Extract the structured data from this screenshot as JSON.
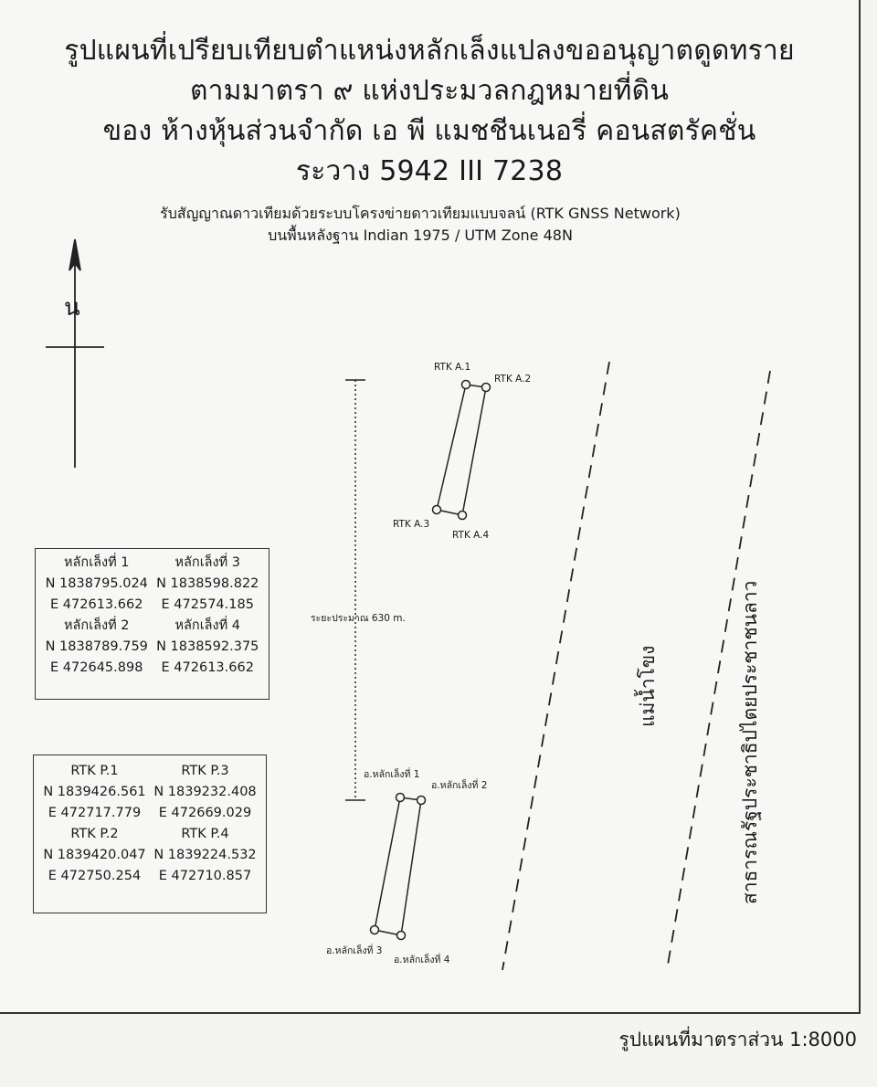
{
  "title": {
    "line1": "รูปแผนที่เปรียบเทียบตำแหน่งหลักเล็งแปลงขออนุญาตดูดทราย",
    "line2": "ตามมาตรา ๙ แห่งประมวลกฎหมายที่ดิน",
    "line3": "ของ ห้างหุ้นส่วนจำกัด เอ พี แมชชีนเนอรี่ คอนสตรัคชั่น",
    "line4": "ระวาง 5942 III 7238"
  },
  "subtitle": {
    "line1": "รับสัญญาณดาวเทียมด้วยระบบโครงข่ายดาวเทียมแบบจลน์ (RTK GNSS Network)",
    "line2": "บนพื้นหลังฐาน Indian 1975 / UTM Zone 48N"
  },
  "north_label": "น",
  "upper_parcel": {
    "labels": [
      "RTK A.1",
      "RTK A.2",
      "RTK A.3",
      "RTK A.4"
    ]
  },
  "lower_parcel": {
    "labels": [
      "อ.หลักเล็งที่ 1",
      "อ.หลักเล็งที่ 2",
      "อ.หลักเล็งที่ 3",
      "อ.หลักเล็งที่ 4"
    ]
  },
  "distance_label": "ระยะประมาณ 630 m.",
  "river_label": "แม่น้ำโขง",
  "country_label": "สาธารณรัฐประชาธิปไตยประชาชนลาว",
  "markers_table": {
    "p1": {
      "name": "หลักเล็งที่ 1",
      "n": "N 1838795.024",
      "e": "E 472613.662"
    },
    "p3": {
      "name": "หลักเล็งที่ 3",
      "n": "N 1838598.822",
      "e": "E 472574.185"
    },
    "p2": {
      "name": "หลักเล็งที่ 2",
      "n": "N 1838789.759",
      "e": "E 472645.898"
    },
    "p4": {
      "name": "หลักเล็งที่ 4",
      "n": "N 1838592.375",
      "e": "E 472613.662"
    }
  },
  "rtk_table": {
    "p1": {
      "name": "RTK P.1",
      "n": "N 1839426.561",
      "e": "E 472717.779"
    },
    "p3": {
      "name": "RTK P.3",
      "n": "N 1839232.408",
      "e": "E 472669.029"
    },
    "p2": {
      "name": "RTK P.2",
      "n": "N 1839420.047",
      "e": "E 472750.254"
    },
    "p4": {
      "name": "RTK P.4",
      "n": "N 1839224.532",
      "e": "E 472710.857"
    }
  },
  "scale_text": "รูปแผนที่มาตราส่วน 1:8000"
}
